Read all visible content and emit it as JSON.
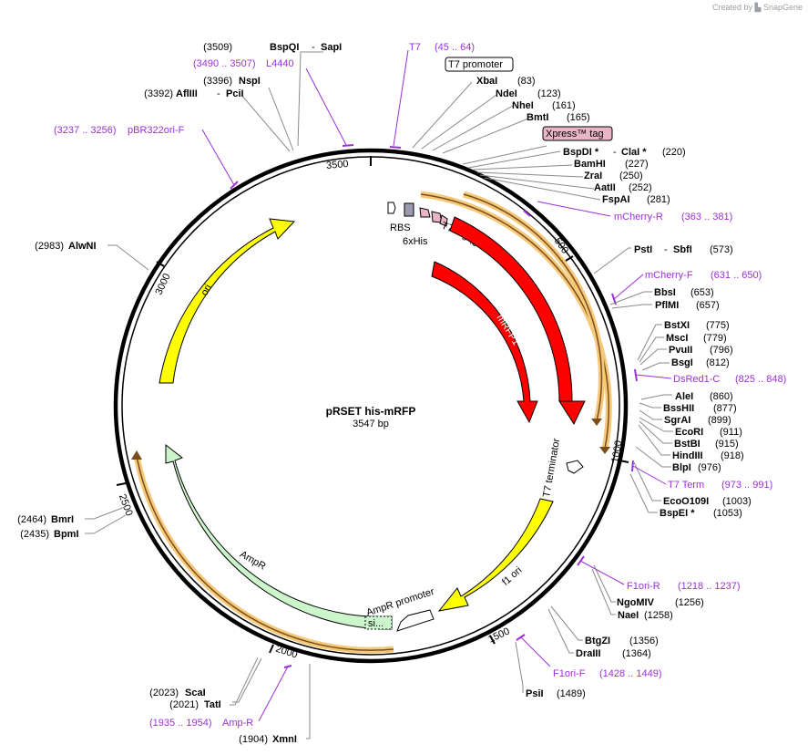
{
  "brand": {
    "created_by": "Created by",
    "app": "SnapGene"
  },
  "map": {
    "name": "pRSET his-mRFP",
    "length_label": "3547 bp",
    "total_bp": 3547,
    "ticks": [
      "500",
      "1000",
      "1500",
      "2000",
      "2500",
      "3000",
      "3500"
    ]
  },
  "enzymes": [
    {
      "id": "bspqi",
      "name": "BspQI",
      "name2": "SapI",
      "pos": "3509"
    },
    {
      "id": "nspi",
      "name": "NspI",
      "pos": "3396"
    },
    {
      "id": "afliii",
      "name": "AflIII",
      "name2": "PciI",
      "pos": "3392"
    },
    {
      "id": "xbai",
      "name": "XbaI",
      "pos": "83"
    },
    {
      "id": "ndei",
      "name": "NdeI",
      "pos": "123"
    },
    {
      "id": "nhei",
      "name": "NheI",
      "pos": "161"
    },
    {
      "id": "bmti",
      "name": "BmtI",
      "pos": "165"
    },
    {
      "id": "bspdi",
      "name": "BspDI *",
      "name2": "ClaI *",
      "pos": "220"
    },
    {
      "id": "bamhi",
      "name": "BamHI",
      "pos": "227"
    },
    {
      "id": "zrai",
      "name": "ZraI",
      "pos": "250"
    },
    {
      "id": "aatii",
      "name": "AatII",
      "pos": "252"
    },
    {
      "id": "fspai",
      "name": "FspAI",
      "pos": "281"
    },
    {
      "id": "psti",
      "name": "PstI",
      "name2": "SbfI",
      "pos": "573"
    },
    {
      "id": "bbsi",
      "name": "BbsI",
      "pos": "653"
    },
    {
      "id": "pflmi",
      "name": "PflMI",
      "pos": "657"
    },
    {
      "id": "bstxi",
      "name": "BstXI",
      "pos": "775"
    },
    {
      "id": "msci",
      "name": "MscI",
      "pos": "779"
    },
    {
      "id": "pvuii",
      "name": "PvuII",
      "pos": "796"
    },
    {
      "id": "bsgi",
      "name": "BsgI",
      "pos": "812"
    },
    {
      "id": "alei",
      "name": "AleI",
      "pos": "860"
    },
    {
      "id": "bsshii",
      "name": "BssHII",
      "pos": "877"
    },
    {
      "id": "sgrai",
      "name": "SgrAI",
      "pos": "899"
    },
    {
      "id": "ecori",
      "name": "EcoRI",
      "pos": "911"
    },
    {
      "id": "bstbi",
      "name": "BstBI",
      "pos": "915"
    },
    {
      "id": "hindiii",
      "name": "HindIII",
      "pos": "918"
    },
    {
      "id": "blpi",
      "name": "BlpI",
      "pos": "976"
    },
    {
      "id": "ecoo109i",
      "name": "EcoO109I",
      "pos": "1003"
    },
    {
      "id": "bspei",
      "name": "BspEI *",
      "pos": "1053"
    },
    {
      "id": "ngomiv",
      "name": "NgoMIV",
      "pos": "1256"
    },
    {
      "id": "naei",
      "name": "NaeI",
      "pos": "1258"
    },
    {
      "id": "btgzi",
      "name": "BtgZI",
      "pos": "1356"
    },
    {
      "id": "draiii",
      "name": "DraIII",
      "pos": "1364"
    },
    {
      "id": "psii",
      "name": "PsiI",
      "pos": "1489"
    },
    {
      "id": "xmni",
      "name": "XmnI",
      "pos": "1904"
    },
    {
      "id": "tati",
      "name": "TatI",
      "pos": "2021"
    },
    {
      "id": "scai",
      "name": "ScaI",
      "pos": "2023"
    },
    {
      "id": "bpmi",
      "name": "BpmI",
      "pos": "2435"
    },
    {
      "id": "bmri",
      "name": "BmrI",
      "pos": "2464"
    },
    {
      "id": "alwni",
      "name": "AlwNI",
      "pos": "2983"
    }
  ],
  "primers": [
    {
      "id": "t7",
      "name": "T7",
      "range": "(45 .. 64)"
    },
    {
      "id": "l4440",
      "name": "L4440",
      "range": "(3490 .. 3507)"
    },
    {
      "id": "pbr322ori-f",
      "name": "pBR322ori-F",
      "range": "(3237 .. 3256)"
    },
    {
      "id": "mcherry-r",
      "name": "mCherry-R",
      "range": "(363 .. 381)"
    },
    {
      "id": "mcherry-f",
      "name": "mCherry-F",
      "range": "(631 .. 650)"
    },
    {
      "id": "dsred1-c",
      "name": "DsRed1-C",
      "range": "(825 .. 848)"
    },
    {
      "id": "t7-term",
      "name": "T7 Term",
      "range": "(973 .. 991)"
    },
    {
      "id": "f1ori-r",
      "name": "F1ori-R",
      "range": "(1218 .. 1237)"
    },
    {
      "id": "f1ori-f",
      "name": "F1ori-F",
      "range": "(1428 .. 1449)"
    },
    {
      "id": "amp-r",
      "name": "Amp-R",
      "range": "(1935 .. 1954)"
    }
  ],
  "features": {
    "t7_promoter": "T7 promoter",
    "xpress_tag": "Xpress™ tag",
    "rbs": "RBS",
    "his6": "6xHis",
    "t7_tag": "T7 tag (gene 10 leader)",
    "mrfp1_outer": "mRFP1",
    "mrfp1_inner": "mRFP1",
    "t7_terminator": "T7 terminator",
    "f1_ori": "f1 ori",
    "ampr_promoter": "AmpR promoter",
    "ampr": "AmpR",
    "signal": "si...",
    "ori": "ori"
  },
  "colors": {
    "primer": "#9b30d9",
    "mrfp": "#ff0000",
    "ori": "#ffff00",
    "ampr": "#ccf5cc",
    "tag": "#e8b4c6",
    "orf": "#f5c87a"
  }
}
